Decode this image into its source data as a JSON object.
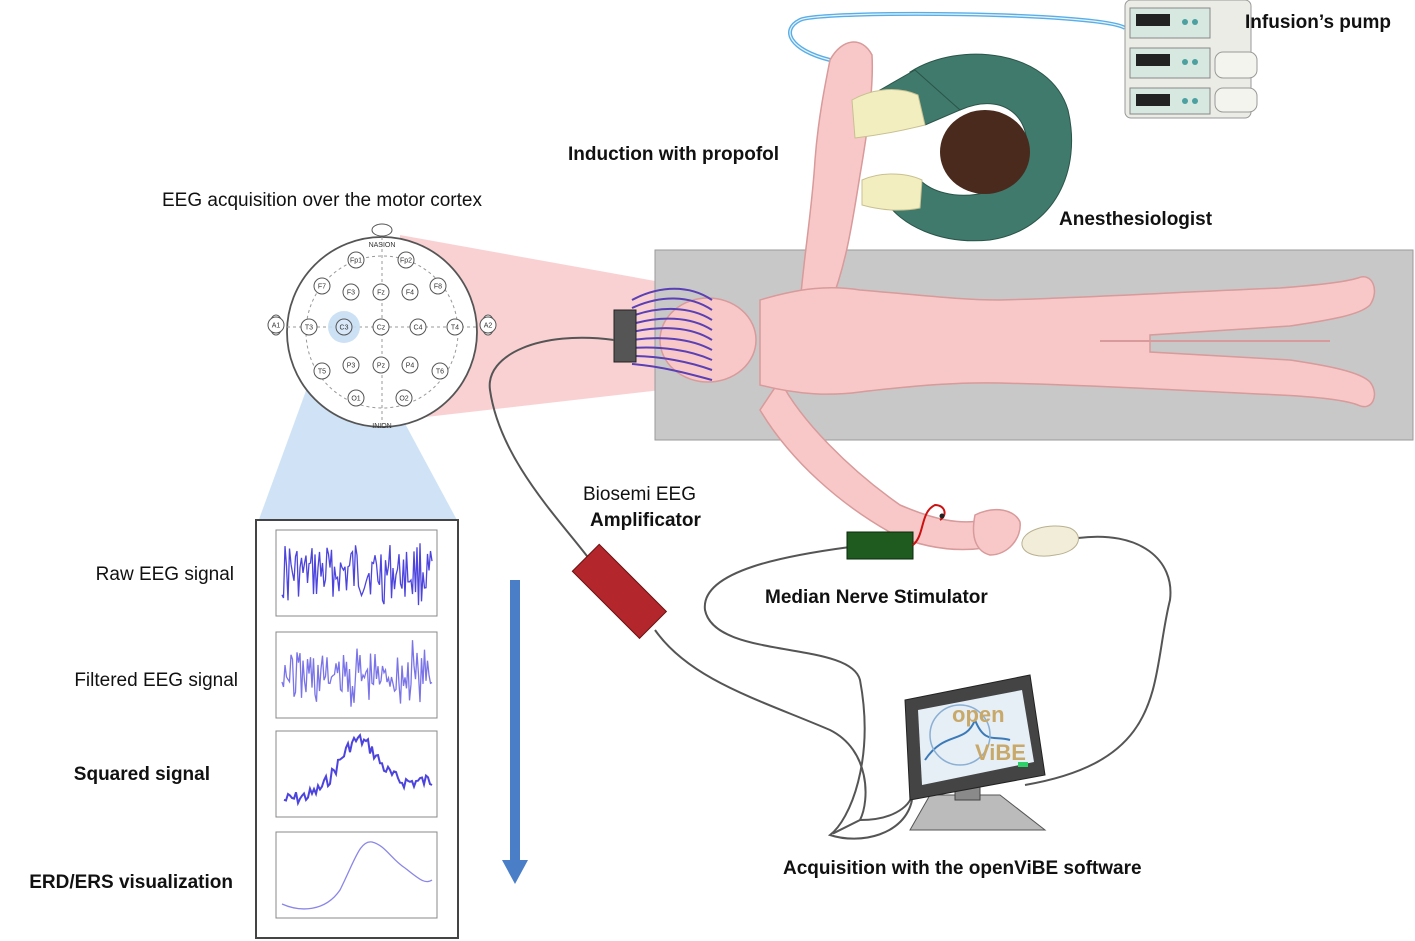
{
  "labels": {
    "infusion_pump": "Infusion’s pump",
    "induction": "Induction with propofol",
    "anesthesiologist": "Anesthesiologist",
    "eeg_acquisition": "EEG acquisition over the motor cortex",
    "biosemi_line1": "Biosemi EEG",
    "biosemi_line2": "Amplificator",
    "median_nerve": "Median Nerve Stimulator",
    "acquisition_software": "Acquisition with the openViBE software"
  },
  "pipeline": [
    {
      "label": "Raw EEG signal"
    },
    {
      "label": "Filtered EEG signal"
    },
    {
      "label": "Squared signal"
    },
    {
      "label": "ERD/ERS visualization"
    }
  ],
  "electrode_map": {
    "nasion": "NASION",
    "inion": "INION",
    "electrodes": [
      "Fp1",
      "Fp2",
      "F7",
      "F3",
      "Fz",
      "F4",
      "F8",
      "A1",
      "T3",
      "C3",
      "Cz",
      "C4",
      "T4",
      "A2",
      "T5",
      "P3",
      "Pz",
      "P4",
      "T6",
      "O1",
      "O2"
    ],
    "highlighted": "C3"
  },
  "monitor_logo": {
    "line1": "open",
    "line2": "ViBE"
  },
  "colors": {
    "skin": "#f8c8c8",
    "skin_outline": "#d89a9a",
    "table": "#c8c8c8",
    "gown": "#3f7a6c",
    "hair": "#4a2a1c",
    "glove": "#f3eec0",
    "amplifier": "#b3262b",
    "stimulator": "#1f5a1f",
    "arrow": "#4a7fc8",
    "signal": "#4c44dd",
    "cable": "#555555",
    "iv_line": "#5aaee6"
  }
}
